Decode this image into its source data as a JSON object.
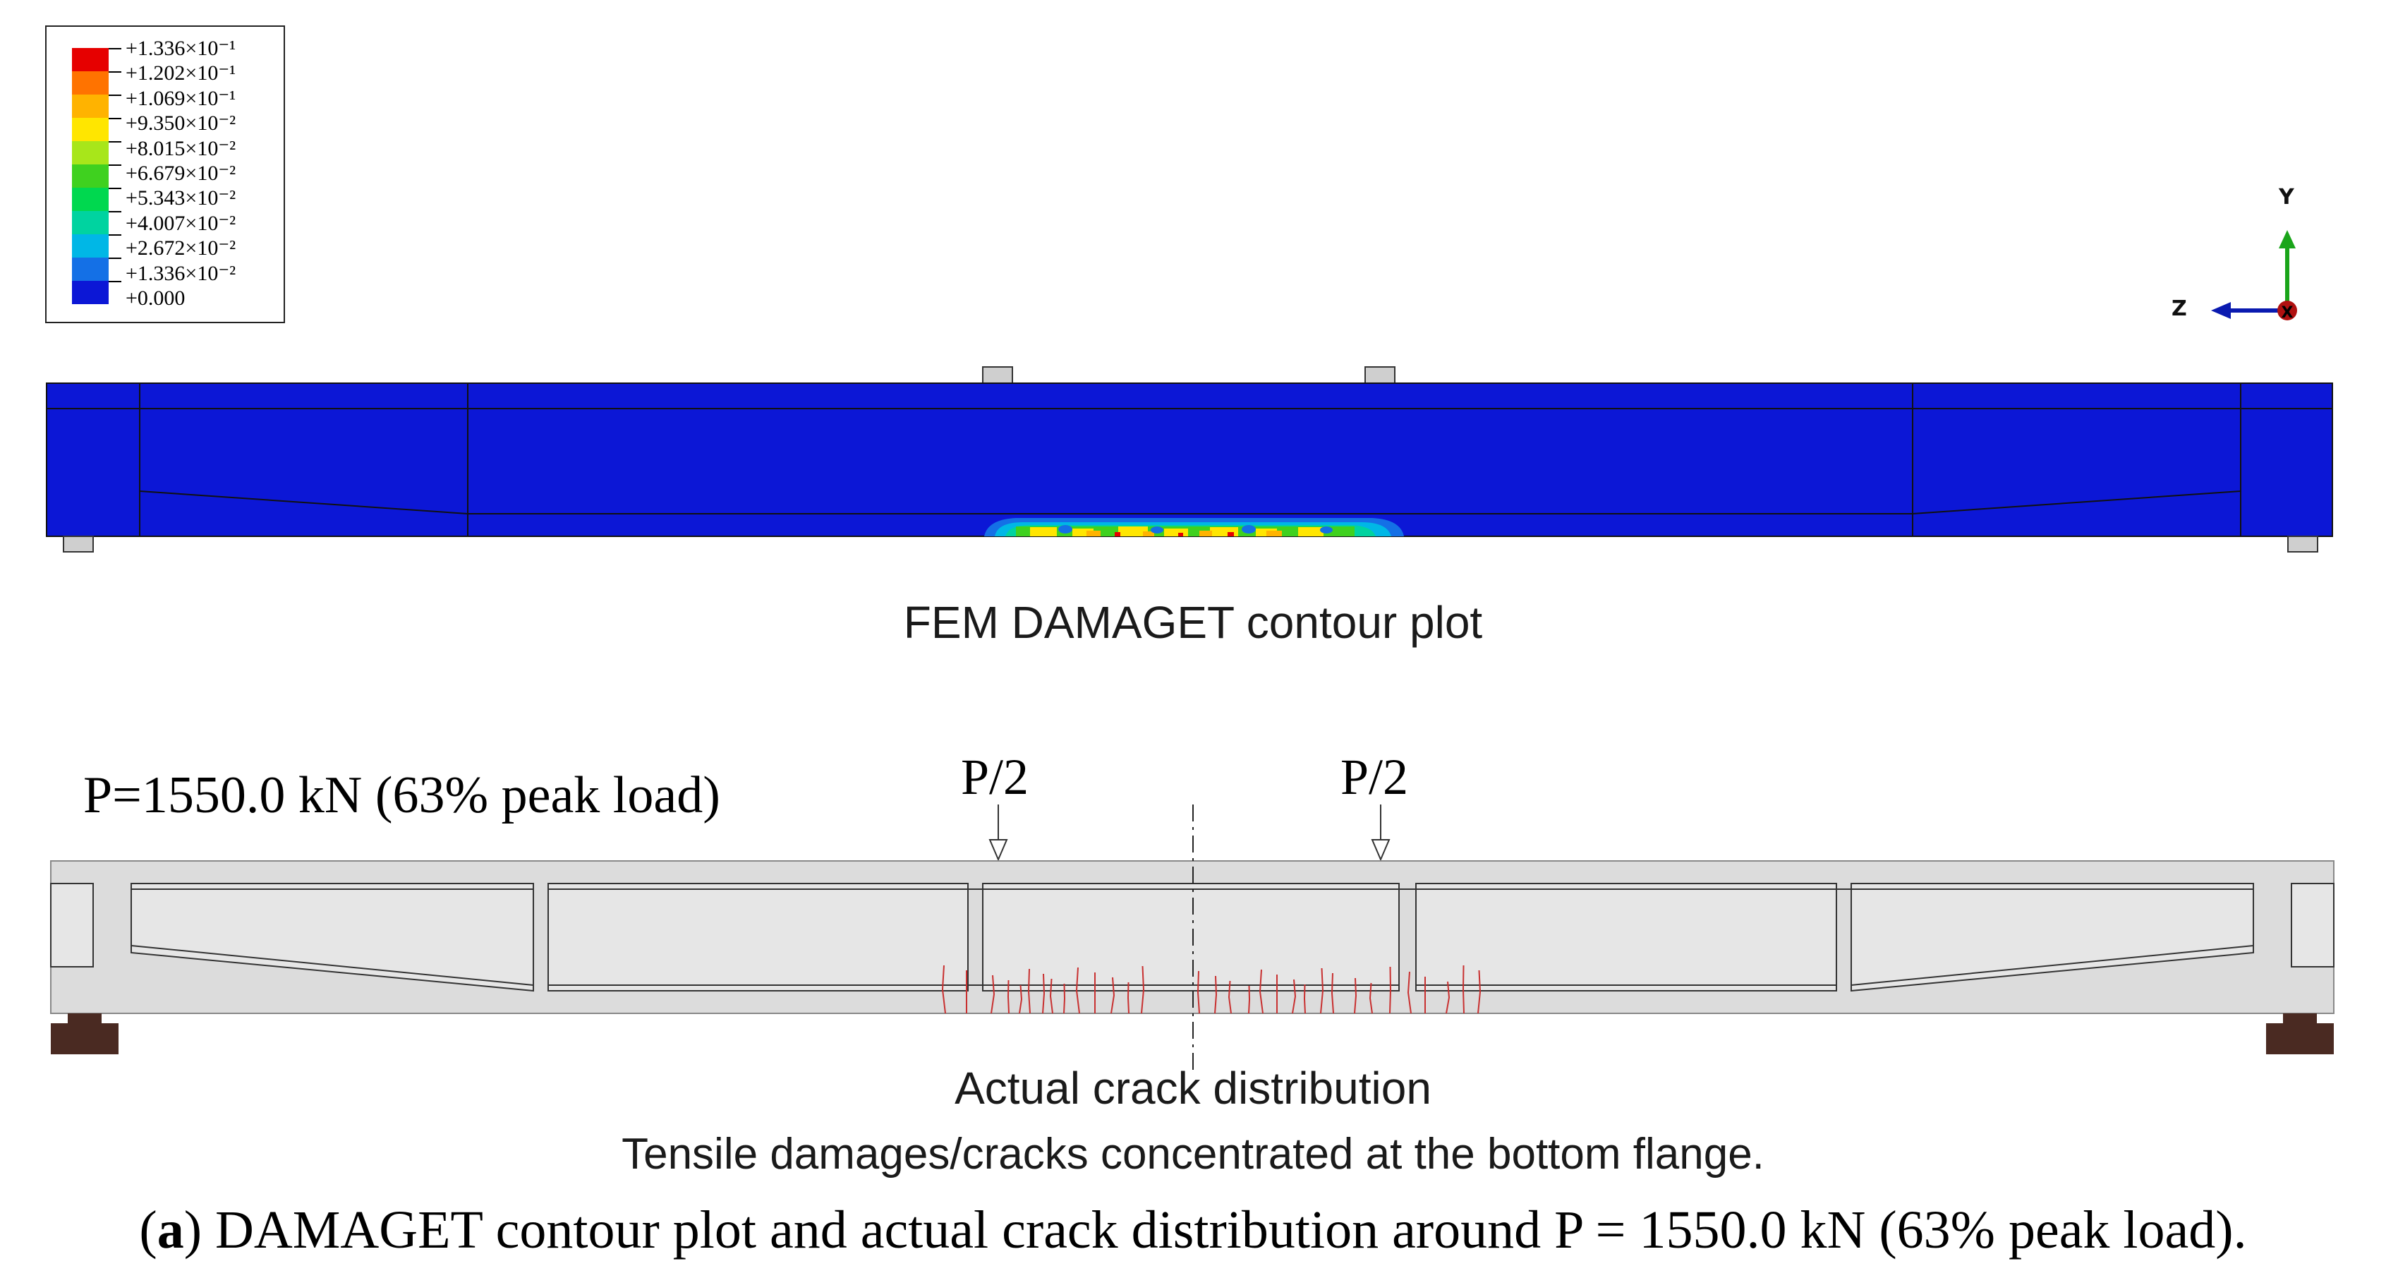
{
  "legend": {
    "entries": [
      {
        "label": "+1.336×10⁻¹",
        "color": "#e60000"
      },
      {
        "label": "+1.202×10⁻¹",
        "color": "#ff7300"
      },
      {
        "label": "+1.069×10⁻¹",
        "color": "#ffb300"
      },
      {
        "label": "+9.350×10⁻²",
        "color": "#ffe600"
      },
      {
        "label": "+8.015×10⁻²",
        "color": "#a8e61a"
      },
      {
        "label": "+6.679×10⁻²",
        "color": "#3fd11f"
      },
      {
        "label": "+5.343×10⁻²",
        "color": "#00d84f"
      },
      {
        "label": "+4.007×10⁻²",
        "color": "#00d3a0"
      },
      {
        "label": "+2.672×10⁻²",
        "color": "#00b7e6"
      },
      {
        "label": "+1.336×10⁻²",
        "color": "#1470e6"
      },
      {
        "label": "+0.000",
        "color": "#0c17d6"
      }
    ]
  },
  "axes": {
    "y_label": "Y",
    "z_label": "Z",
    "x_label": "X"
  },
  "fem": {
    "caption": "FEM DAMAGET contour plot",
    "beam_color": "#0c17d6"
  },
  "test": {
    "load_label": "P=1550.0 kN  (63% peak load)",
    "point_load_left": "P/2",
    "point_load_right": "P/2",
    "crack_color": "#c83030"
  },
  "captions": {
    "actual": "Actual crack distribution",
    "tensile": "Tensile damages/cracks concentrated at the bottom flange.",
    "figure_letter": "a",
    "figure_text": ") DAMAGET contour plot and actual crack distribution around P = 1550.0 kN (63% peak load)."
  }
}
